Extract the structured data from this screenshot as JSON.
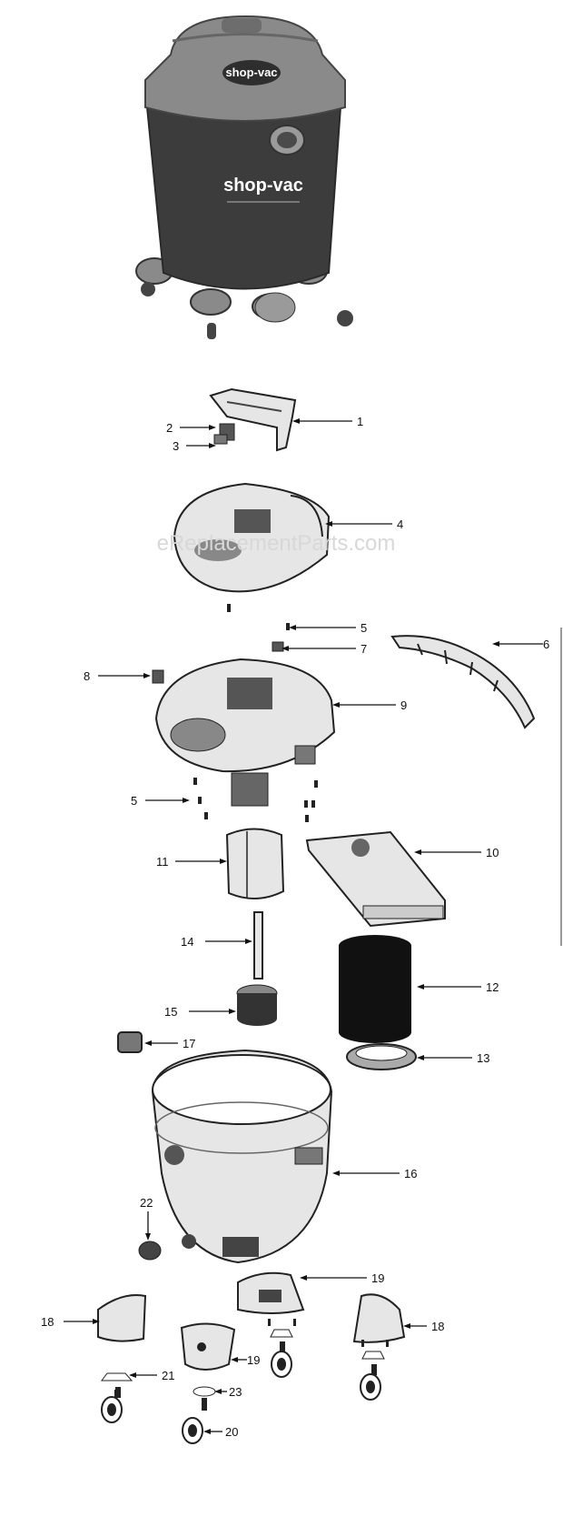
{
  "brand": {
    "lid_logo": "shop-vac",
    "tank_logo": "shop-vac"
  },
  "watermark": "eReplacementParts.com",
  "callouts": {
    "c1": "1",
    "c2": "2",
    "c3": "3",
    "c4": "4",
    "c5a": "5",
    "c5b": "5",
    "c6": "6",
    "c7": "7",
    "c8": "8",
    "c9": "9",
    "c10": "10",
    "c11": "11",
    "c12": "12",
    "c13": "13",
    "c14": "14",
    "c15": "15",
    "c16": "16",
    "c17": "17",
    "c18a": "18",
    "c18b": "18",
    "c19a": "19",
    "c19b": "19",
    "c20": "20",
    "c21": "21",
    "c22": "22",
    "c23": "23"
  },
  "colors": {
    "tank_body": "#3c3c3c",
    "lid_top": "#8a8a8a",
    "parts_line": "#222222",
    "parts_fill": "#e6e6e6"
  }
}
